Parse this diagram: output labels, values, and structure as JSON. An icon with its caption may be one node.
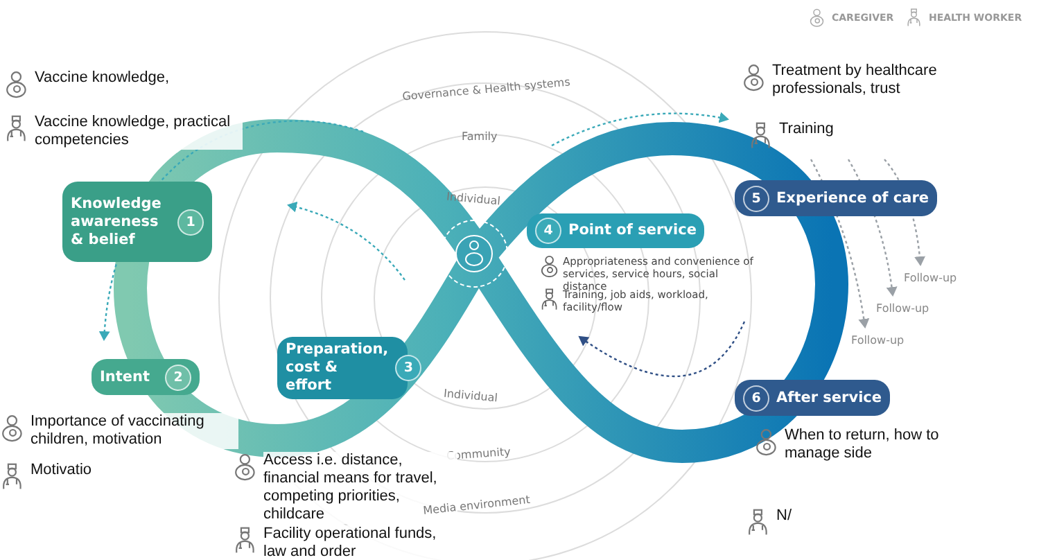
{
  "diagram": {
    "nodes": [
      {
        "text": [
          "Knowledge awareness & belief",
          "1"
        ]
      },
      {
        "text": [
          "Intent",
          "2"
        ]
      },
      {
        "text": [
          "Preparation, cost & effort",
          "3"
        ]
      },
      {
        "text": [
          "4",
          "Point of service"
        ]
      },
      {
        "text": [
          "5",
          "Experience of care"
        ]
      },
      {
        "text": [
          "6",
          "After service"
        ]
      }
    ],
    "labels": [
      "Vaccine knowledge,",
      "Vaccine knowledge, practical competencies",
      "Governance & Health systems",
      "Treatment by healthcare professionals, trust",
      "Family",
      "Training",
      "Individual",
      "Appropriateness and convenience of services, service hours, social distance",
      "Training, job aids, workload, facility/flow",
      "Follow-up",
      "Follow-up",
      "Follow-up",
      "Importance of vaccinating children, motivation",
      "Individual",
      "Motivatio",
      "Community",
      "Access i.e. distance, financial means for travel, competing priorities, childcare",
      "When to return, how to manage side",
      "Media environment",
      "Facility operational funds, law and order",
      "N/"
    ],
    "legend": [
      {
        "text": "CAREGIVER"
      },
      {
        "text": "HEALTH WORKER"
      }
    ]
  }
}
